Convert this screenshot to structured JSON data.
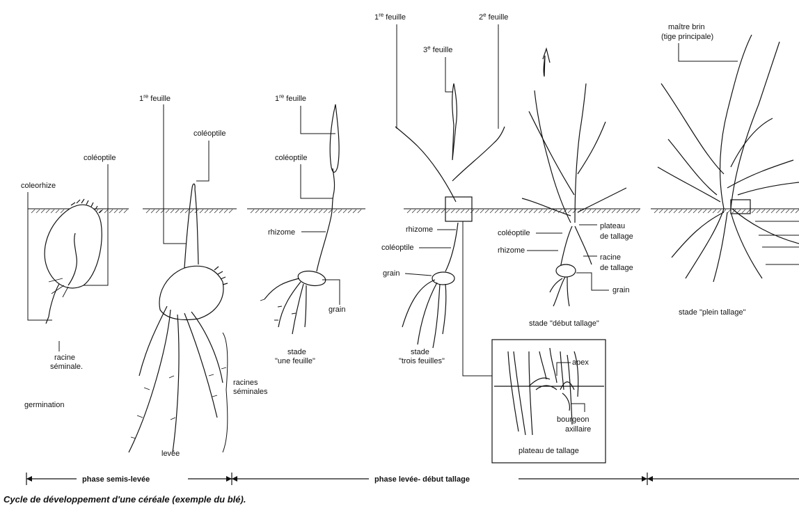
{
  "caption": "Cycle de développement d'une céréale (exemple du blé).",
  "labels": {
    "coleorhize": "coleorhize",
    "coleoptile_1": "coléoptile",
    "racine_seminale": "racine\nséminale.",
    "germination": "germination",
    "feuille1_b": "1re feuille",
    "coleoptile_b": "coléoptile",
    "racines_seminales": "racines\nséminales",
    "levee": "levée",
    "feuille1_c": "1re feuille",
    "coleoptile_c": "coléoptile",
    "rhizome_c": "rhizome",
    "grain_c": "grain",
    "stade_une_feuille": "stade\n\"une feuille\"",
    "feuille1_d": "1re feuille",
    "feuille2_d": "2e feuille",
    "feuille3_d": "3e feuille",
    "rhizome_d": "rhizome",
    "coleoptile_d": "coléoptile",
    "grain_d": "grain",
    "stade_trois_feuilles": "stade\n\"trois feuilles\"",
    "apex": "apex",
    "bourgeon_axillaire": "bourgeon\naxillaire",
    "plateau_de_tallage": "plateau de tallage",
    "coleoptile_e": "coléoptile",
    "rhizome_e": "rhizome",
    "plateau_tallage_e": "plateau\nde tallage",
    "racine_tallage_e": "racine\nde tallage",
    "grain_e": "grain",
    "stade_debut_tallage": "stade \"début tallage\"",
    "maitre_brin": "maître brin\n(tige principale)",
    "stade_plein_tallage": "stade \"plein tallage\""
  },
  "phases": {
    "semis_levee": "phase semis-levée",
    "levee_debut_tallage": "phase levée- début tallage"
  }
}
